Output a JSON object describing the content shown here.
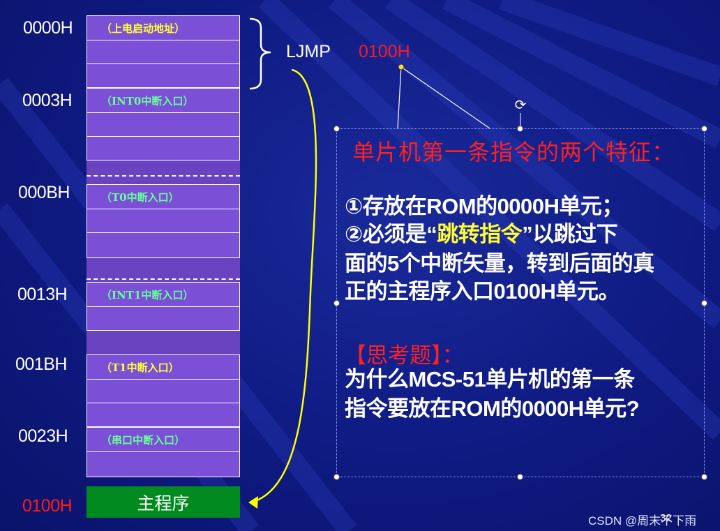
{
  "addresses": {
    "a0000": "0000H",
    "a0003": "0003H",
    "a000B": "000BH",
    "a0013": "0013H",
    "a001B": "001BH",
    "a0023": "0023H",
    "a0100": "0100H"
  },
  "memory_labels": {
    "reset": "（上电启动地址）",
    "int0": "（INT0中断入口）",
    "t0": "（T0中断入口）",
    "int1": "（INT1中断入口）",
    "t1": "（T1中断入口）",
    "serial": "（串口中断入口）"
  },
  "main_program": "主程序",
  "jump": {
    "instruction": "LJMP",
    "target": "0100H"
  },
  "callout": {
    "heading": "单片机第一条指令的两个特征：",
    "line1": "①存放在ROM的0000H单元；",
    "line2_pre": "②必须是“",
    "line2_hl": "跳转指令",
    "line2_post": "”以跳过下",
    "line3": "面的5个中断矢量，转到后面的真",
    "line4": "正的主程序入口0100H单元。",
    "think_title": "【思考题】：",
    "q1": " 为什么MCS-51单片机的第一条",
    "q2": "指令要放在ROM的0000H单元?"
  },
  "icons": {
    "rotate": "rotate-handle-icon",
    "brace": "curly-brace-icon"
  },
  "colors": {
    "background": "#0f1a82",
    "memory": "#7b4fd6",
    "main_program": "#008a1f",
    "red": "#ff1a1a",
    "yellow": "#ffff33"
  },
  "footer": {
    "watermark": "CSDN @周末不下雨",
    "page": "32"
  }
}
